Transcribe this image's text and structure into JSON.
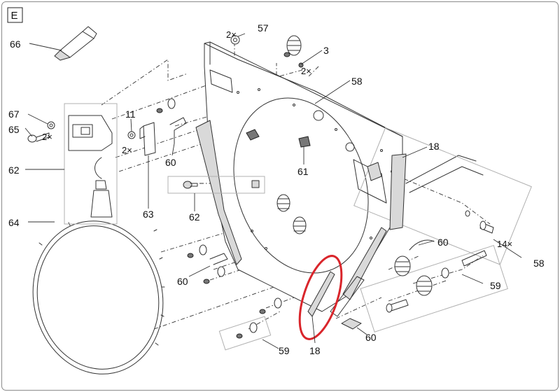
{
  "section_badge": "E",
  "callouts": {
    "c66": "66",
    "c57": "57",
    "q57": "2×",
    "c3": "3",
    "q3": "2×",
    "c58_top": "58",
    "c67": "67",
    "c65": "65",
    "q65": "2×",
    "c11": "11",
    "q11": "2×",
    "c62_left": "62",
    "c60_a": "60",
    "c61": "61",
    "c18_top": "18",
    "c62_mid": "62",
    "c63": "63",
    "c64": "64",
    "c60_b": "60",
    "c14": "14×",
    "c58_right": "58",
    "c60_c": "60",
    "c59_right": "59",
    "c59_bottom": "59",
    "c18_bottom": "18",
    "c60_d": "60"
  },
  "colors": {
    "highlight": "#d9252b",
    "line": "#333333",
    "bracket": "#b0b0b0"
  }
}
